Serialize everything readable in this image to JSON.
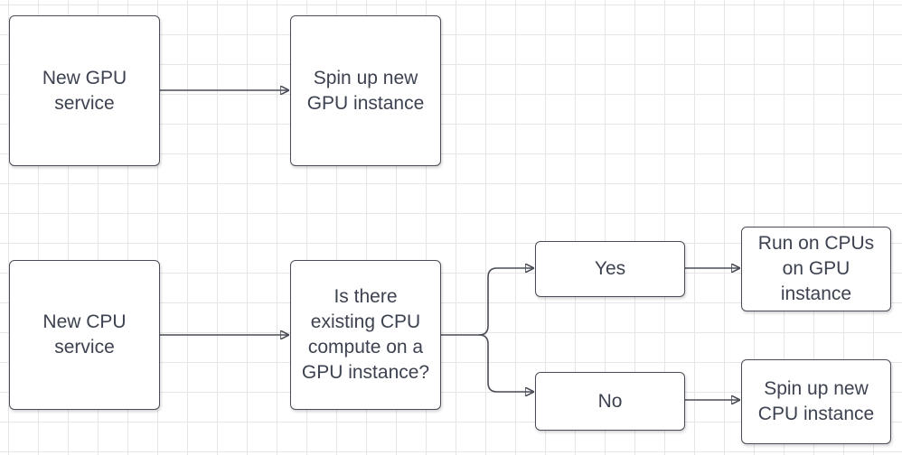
{
  "diagram": {
    "nodes": {
      "new_gpu_service": "New GPU\nservice",
      "spin_up_gpu": "Spin up new\nGPU instance",
      "new_cpu_service": "New CPU\nservice",
      "decision": "Is there\nexisting CPU\ncompute on a\nGPU instance?",
      "yes": "Yes",
      "no": "No",
      "run_on_cpus": "Run on CPUs\non GPU\ninstance",
      "spin_up_cpu": "Spin up new\nCPU instance"
    },
    "edges": [
      {
        "from": "new_gpu_service",
        "to": "spin_up_gpu"
      },
      {
        "from": "new_cpu_service",
        "to": "decision"
      },
      {
        "from": "decision",
        "to": "yes"
      },
      {
        "from": "decision",
        "to": "no"
      },
      {
        "from": "yes",
        "to": "run_on_cpus"
      },
      {
        "from": "no",
        "to": "spin_up_cpu"
      }
    ]
  },
  "colors": {
    "stroke": "#4a4d57",
    "text": "#3d4250",
    "grid": "#e6e6e6",
    "background": "#ffffff"
  }
}
